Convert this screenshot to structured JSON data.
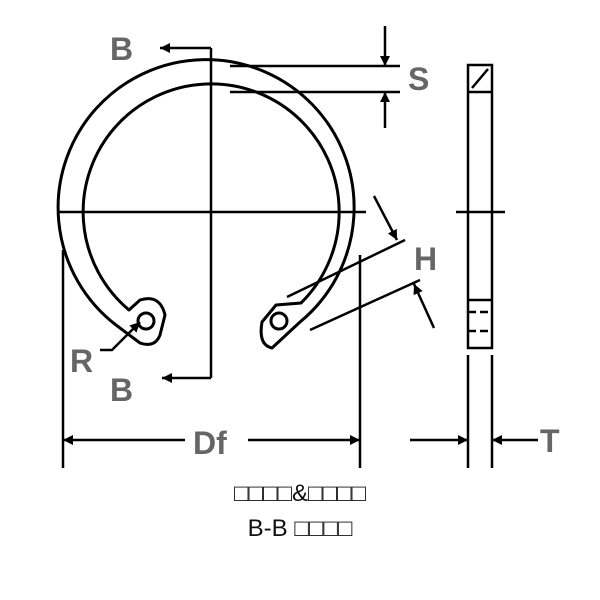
{
  "labels": {
    "section_top": "B",
    "section_bottom": "B",
    "thickness_s": "S",
    "height_h": "H",
    "radius_r": "R",
    "diameter_df": "Df",
    "thickness_t": "T"
  },
  "caption": {
    "line1": "□□□□&□□□□",
    "line2": "B-B □□□□"
  },
  "colors": {
    "line": "#000000",
    "label": "#666666"
  }
}
